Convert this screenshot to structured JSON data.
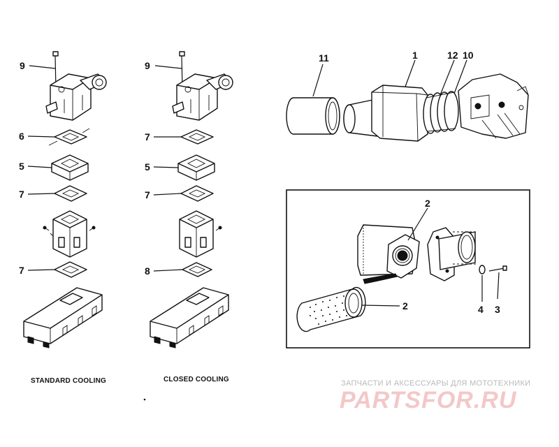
{
  "callouts": {
    "left_9": "9",
    "left_6": "6",
    "left_5": "5",
    "left_7a": "7",
    "left_7b": "7",
    "mid_9": "9",
    "mid_7a": "7",
    "mid_5": "5",
    "mid_7b": "7",
    "mid_8": "8",
    "top_11": "11",
    "top_1": "1",
    "top_12": "12",
    "top_10": "10",
    "box_2a": "2",
    "box_2b": "2",
    "box_4": "4",
    "box_3": "3"
  },
  "captions": {
    "standard": "STANDARD COOLING",
    "closed": "CLOSED COOLING"
  },
  "watermark": {
    "tagline": "ЗАПЧАСТИ И АКСЕССУАРЫ ДЛЯ МОТОТЕХНИКИ",
    "logo": "PARTSFOR.RU"
  }
}
